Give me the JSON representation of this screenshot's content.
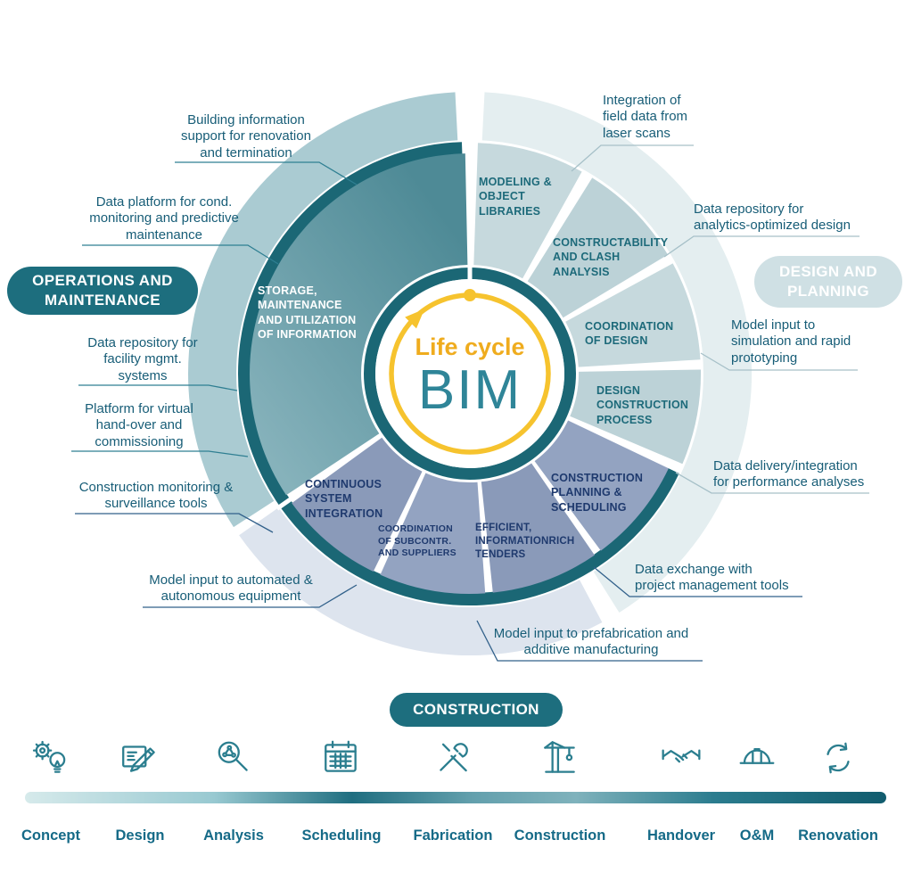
{
  "title": "Life cycle BIM",
  "center": {
    "top_label": "Life cycle",
    "main_label": "BIM"
  },
  "phases": {
    "operations": {
      "pill_line1": "OPERATIONS AND",
      "pill_line2": "MAINTENANCE"
    },
    "design": {
      "pill_line1": "DESIGN AND",
      "pill_line2": "PLANNING"
    },
    "construction": {
      "pill": "CONSTRUCTION"
    }
  },
  "wheel": {
    "oandm_segment": "STORAGE,\nMAINTENANCE\nAND UTILIZATION\nOF INFORMATION",
    "design_segments": [
      "MODELING &\nOBJECT\nLIBRARIES",
      "CONSTRUCTABILITY\nAND CLASH\nANALYSIS",
      "COORDINATION\nOF DESIGN",
      "DESIGN\nCONSTRUCTION\nPROCESS"
    ],
    "construction_segments": [
      "CONSTRUCTION\nPLANNING &\nSCHEDULING",
      "EFFICIENT,\nINFORMATIONRICH\nTENDERS",
      "COORDINATION\nOF SUBCONTR.\nAND SUPPLIERS",
      "CONTINUOUS\nSYSTEM\nINTEGRATION"
    ]
  },
  "callouts": {
    "oandm": [
      "Building information\nsupport for renovation\nand termination",
      "Data platform for cond.\nmonitoring and predictive\nmaintenance",
      "Data repository for\nfacility mgmt.\nsystems",
      "Platform for virtual\nhand-over and\ncommissioning"
    ],
    "design": [
      "Integration of\nfield data from\nlaser scans",
      "Data repository for\nanalytics-optimized design",
      "Model input to\nsimulation and rapid\nprototyping",
      "Data delivery/integration\nfor performance analyses"
    ],
    "construction": [
      "Construction monitoring &\nsurveillance tools",
      "Model input to automated &\nautonomous equipment",
      "Model input to prefabrication and\nadditive manufacturing",
      "Data exchange with\nproject management tools"
    ]
  },
  "timeline": {
    "stages": [
      {
        "label": "Concept",
        "icon": "lightbulb-gear-icon"
      },
      {
        "label": "Design",
        "icon": "blueprint-pencil-icon"
      },
      {
        "label": "Analysis",
        "icon": "magnifier-nodes-icon"
      },
      {
        "label": "Scheduling",
        "icon": "calendar-icon"
      },
      {
        "label": "Fabrication",
        "icon": "tools-icon"
      },
      {
        "label": "Construction",
        "icon": "crane-icon"
      },
      {
        "label": "Handover",
        "icon": "handshake-icon"
      },
      {
        "label": "O&M",
        "icon": "hardhat-icon"
      },
      {
        "label": "Renovation",
        "icon": "cycle-arrows-icon"
      }
    ]
  },
  "colors": {
    "dark_teal": "#1b6775",
    "pill_dark": "#1d6e7e",
    "pill_light": "#cfe0e4",
    "oandm_grad_start": "#4e8a96",
    "oandm_grad_end": "#86b2bb",
    "design_fill_a": "#c6d9dd",
    "design_fill_b": "#bcd2d7",
    "construction_fill_a": "#93a3c1",
    "construction_fill_b": "#8a9ab9",
    "pale_oandm": "#aacbd2",
    "pale_design": "#e4eef0",
    "pale_construction": "#dde4ee",
    "yellow": "#f6c32e",
    "lifecycle_text": "#efac1e",
    "bim_text": "#2f8598",
    "callout_text": "#175d77",
    "segment_label_teal": "#1d6a7a",
    "segment_label_navy": "#1f3a6e",
    "timeline_label": "#156a87",
    "icon_stroke": "#2b7e8f",
    "line_oandm": "#2f7f92",
    "line_design": "#a6c0c8",
    "line_construction": "#31608a"
  }
}
